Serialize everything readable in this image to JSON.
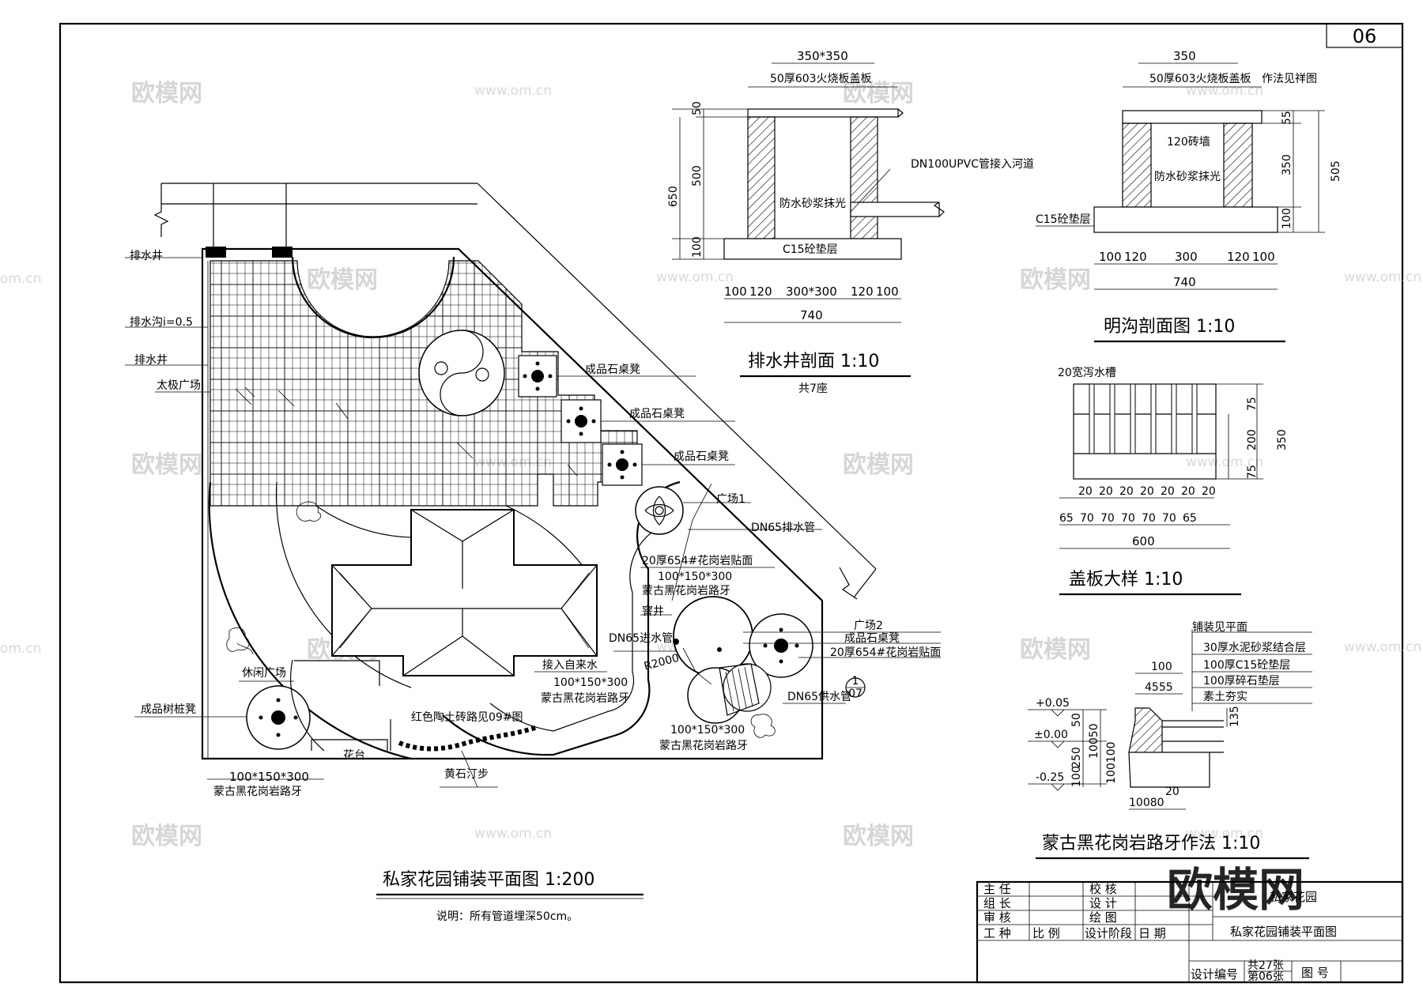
{
  "sheet": {
    "number": "06",
    "brand": "欧模网",
    "watermark_cn": "欧模网",
    "watermark_url": "www.om.cn",
    "watermark_url_short": "om.cn"
  },
  "plan": {
    "title": "私家花园铺装平面图 1:200",
    "note": "说明：所有管道埋深50cm。",
    "labels": {
      "drain_well_1": "排水井",
      "drain_ditch": "排水沟i=0.5",
      "drain_well_2": "排水井",
      "taiji_plaza": "太极广场",
      "stone_table_1": "成品石桌凳",
      "stone_table_2": "成品石桌凳",
      "stone_table_3": "成品石桌凳",
      "plaza_1": "广场1",
      "dn65_drain": "DN65排水管",
      "granite_20": "20厚654#花岗岩贴面",
      "curb_size_1": "100*150*300",
      "curb_mat_1": "蒙古黑花岗岩路牙",
      "manhole": "窨井",
      "dn65_in": "DN65进水管",
      "plaza_2": "广场2",
      "stone_table_4": "成品石桌凳",
      "granite_20b": "20厚654#花岗岩贴面",
      "tap_water": "接入自来水",
      "curb_size_2": "100*150*300",
      "curb_mat_2": "蒙古黑花岗岩路牙",
      "r2000": "R2000",
      "dn65_supply": "DN65供水管",
      "leisure_plaza": "休闲广场",
      "stump_stool": "成品树桩凳",
      "red_brick": "红色陶土砖路见09#图",
      "curb_size_3": "100*150*300",
      "curb_mat_3": "蒙古黑花岗岩路牙",
      "flower_bed": "花台",
      "stepping": "黄石汀步",
      "curb_size_4": "100*150*300",
      "curb_mat_4": "蒙古黑花岗岩路牙",
      "bubble_top": "1",
      "bubble_bottom": "07"
    }
  },
  "drain_well": {
    "title": "排水井剖面 1:10",
    "count": "共7座",
    "top": "350*350",
    "cover": "50厚603火烧板盖板",
    "pipe": "DN100UPVC管接入河道",
    "mortar": "防水砂浆抹光",
    "base": "C15砼垫层",
    "d_50": "50",
    "d_500": "500",
    "d_650": "650",
    "d_100": "100",
    "b_100a": "100",
    "b_120a": "120",
    "b_300": "300*300",
    "b_120b": "120",
    "b_100b": "100",
    "total": "740"
  },
  "ditch": {
    "title": "明沟剖面图 1:10",
    "top": "350",
    "cover": "50厚603火烧板盖板",
    "see": "作法见祥图",
    "wall": "120砖墙",
    "mortar": "防水砂浆抹光",
    "base": "C15砼垫层",
    "d_55": "55",
    "d_350": "350",
    "d_100": "100",
    "d_505": "505",
    "b_100a": "100",
    "b_120a": "120",
    "b_300": "300",
    "b_120b": "120",
    "b_100b": "100",
    "total": "740"
  },
  "cover_plate": {
    "title": "盖板大样 1:10",
    "slot": "20宽泻水槽",
    "d_75a": "75",
    "d_200": "200",
    "d_75b": "75",
    "d_350": "350",
    "top_dims": [
      "20",
      "20",
      "20",
      "20",
      "20",
      "20",
      "20"
    ],
    "bottom_dims": [
      "65",
      "70",
      "70",
      "70",
      "70",
      "70",
      "65"
    ],
    "total": "600"
  },
  "curb": {
    "title": "蒙古黑花岗岩路牙作法 1:10",
    "layers": [
      "铺装见平面",
      "30厚水泥砂浆结合层",
      "100厚C15砼垫层",
      "100厚碎石垫层",
      "素土夯实"
    ],
    "e_top": "+0.05",
    "e_mid": "±0.00",
    "e_bot": "-0.25",
    "v_50": "50",
    "v_250": "250",
    "v_100": "100",
    "v_10050": "10050",
    "v_100100": "100100",
    "w_100": "100",
    "w_4555": "4555",
    "w_135": "135",
    "w_20": "20",
    "b_10080": "10080"
  },
  "title_block": {
    "r1a": "主 任",
    "r1b": "校 核",
    "r2a": "组 长",
    "r2b": "设 计",
    "r3a": "审 核",
    "r3b": "绘 图",
    "r4a": "工 种",
    "r4b": "比 例",
    "r4c": "设计阶段",
    "r4d": "日 期",
    "project": "私家花园",
    "drawing": "私家花园铺装平面图",
    "design_no": "设计编号",
    "total": "共27张",
    "sheet": "第06张",
    "fig_no": "图 号"
  }
}
